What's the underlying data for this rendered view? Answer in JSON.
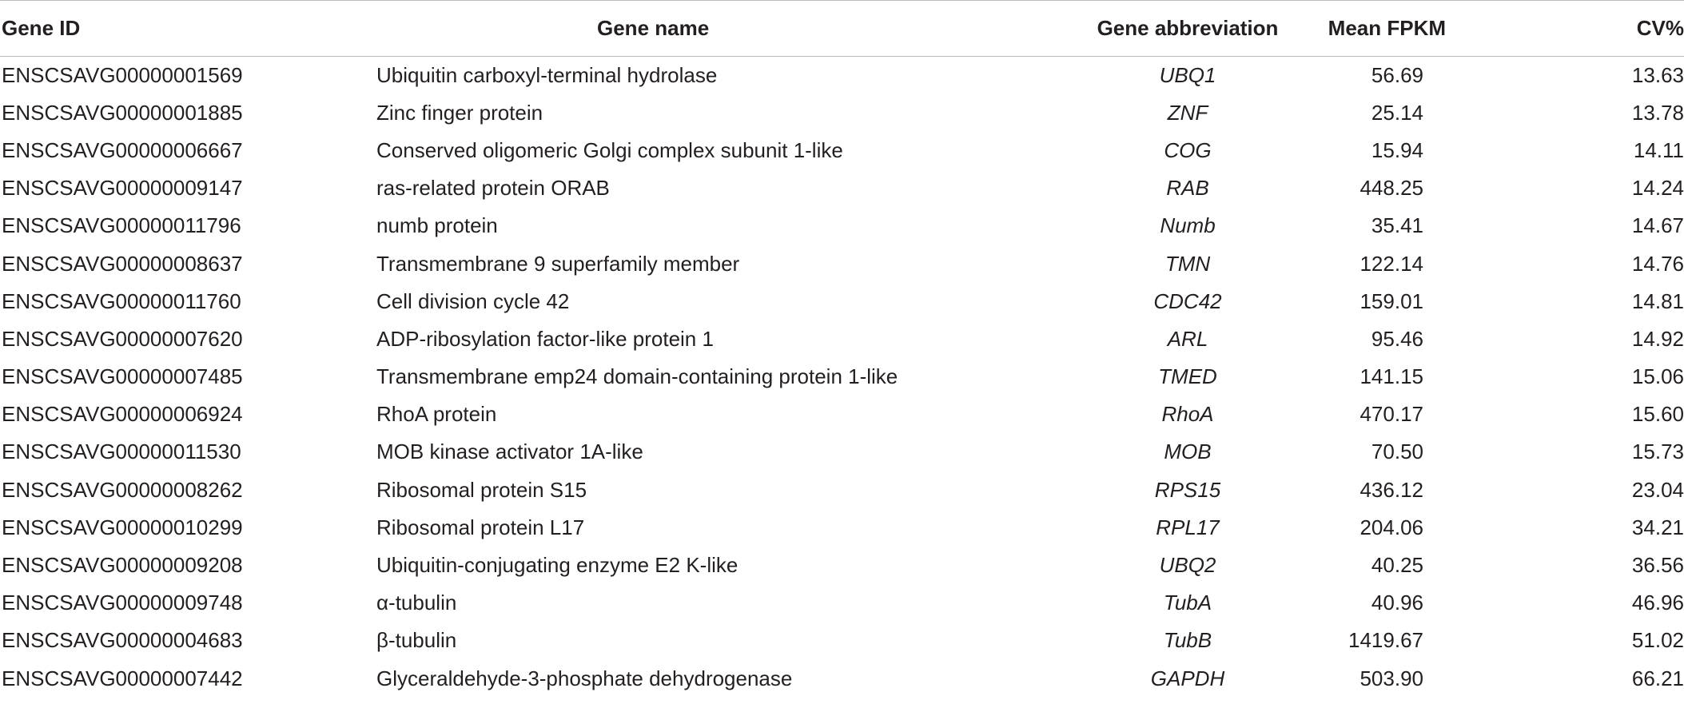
{
  "table": {
    "headers": {
      "gene_id": "Gene ID",
      "gene_name": "Gene name",
      "gene_abbreviation": "Gene abbreviation",
      "mean_fpkm": "Mean FPKM",
      "cv": "CV%"
    },
    "rows": [
      {
        "id": "ENSCSAVG00000001569",
        "name": "Ubiquitin carboxyl-terminal hydrolase",
        "abbr": "UBQ1",
        "fpkm": "56.69",
        "cv": "13.63"
      },
      {
        "id": "ENSCSAVG00000001885",
        "name": "Zinc finger protein",
        "abbr": "ZNF",
        "fpkm": "25.14",
        "cv": "13.78"
      },
      {
        "id": "ENSCSAVG00000006667",
        "name": "Conserved oligomeric Golgi complex subunit 1-like",
        "abbr": "COG",
        "fpkm": "15.94",
        "cv": "14.11"
      },
      {
        "id": "ENSCSAVG00000009147",
        "name": "ras-related protein ORAB",
        "abbr": "RAB",
        "fpkm": "448.25",
        "cv": "14.24"
      },
      {
        "id": "ENSCSAVG00000011796",
        "name": "numb protein",
        "abbr": "Numb",
        "fpkm": "35.41",
        "cv": "14.67"
      },
      {
        "id": "ENSCSAVG00000008637",
        "name": "Transmembrane 9 superfamily member",
        "abbr": "TMN",
        "fpkm": "122.14",
        "cv": "14.76"
      },
      {
        "id": "ENSCSAVG00000011760",
        "name": "Cell division cycle 42",
        "abbr": "CDC42",
        "fpkm": "159.01",
        "cv": "14.81"
      },
      {
        "id": "ENSCSAVG00000007620",
        "name": "ADP-ribosylation factor-like protein 1",
        "abbr": "ARL",
        "fpkm": "95.46",
        "cv": "14.92"
      },
      {
        "id": "ENSCSAVG00000007485",
        "name": "Transmembrane emp24 domain-containing protein 1-like",
        "abbr": "TMED",
        "fpkm": "141.15",
        "cv": "15.06"
      },
      {
        "id": "ENSCSAVG00000006924",
        "name": "RhoA protein",
        "abbr": "RhoA",
        "fpkm": "470.17",
        "cv": "15.60"
      },
      {
        "id": "ENSCSAVG00000011530",
        "name": "MOB kinase activator 1A-like",
        "abbr": "MOB",
        "fpkm": "70.50",
        "cv": "15.73"
      },
      {
        "id": "ENSCSAVG00000008262",
        "name": "Ribosomal protein S15",
        "abbr": "RPS15",
        "fpkm": "436.12",
        "cv": "23.04"
      },
      {
        "id": "ENSCSAVG00000010299",
        "name": "Ribosomal protein L17",
        "abbr": "RPL17",
        "fpkm": "204.06",
        "cv": "34.21"
      },
      {
        "id": "ENSCSAVG00000009208",
        "name": "Ubiquitin-conjugating enzyme E2 K-like",
        "abbr": "UBQ2",
        "fpkm": "40.25",
        "cv": "36.56"
      },
      {
        "id": "ENSCSAVG00000009748",
        "name": "α-tubulin",
        "abbr": "TubA",
        "fpkm": "40.96",
        "cv": "46.96"
      },
      {
        "id": "ENSCSAVG00000004683",
        "name": "β-tubulin",
        "abbr": "TubB",
        "fpkm": "1419.67",
        "cv": "51.02"
      },
      {
        "id": "ENSCSAVG00000007442",
        "name": "Glyceraldehyde-3-phosphate dehydrogenase",
        "abbr": "GAPDH",
        "fpkm": "503.90",
        "cv": "66.21"
      }
    ]
  }
}
